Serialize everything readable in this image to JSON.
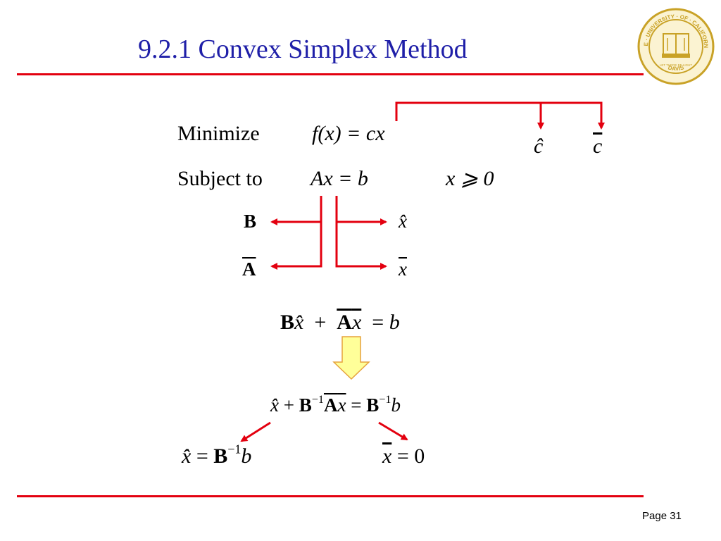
{
  "slide": {
    "title": "9.2.1 Convex Simplex Method"
  },
  "logo": {
    "text_top": "THE · UNIVERSITY · OF · CALIFORNIA",
    "text_bottom": "DAVIS",
    "motto": "LET THERE BE LIGHT",
    "color": "#c9a227"
  },
  "equations": {
    "minimize_label": "Minimize",
    "objective": "f(x) = cx",
    "c_hat": "ĉ",
    "c_bar": "c",
    "subject_label": "Subject to",
    "constraint": "Ax = b",
    "nonneg": "x ⩾ 0",
    "B": "B",
    "A_bar": "A",
    "x_hat": "x̂",
    "x_bar": "x",
    "split": "Bx̂ + Ax = b",
    "transformed": "x̂ + B⁻¹Ax = B⁻¹b",
    "result_left": "x̂ = B⁻¹b",
    "result_right": "x = 0"
  },
  "colors": {
    "title": "#1f1fa8",
    "rule": "#e3000f",
    "arrow": "#e3000f",
    "down_arrow_fill": "#ffff99",
    "down_arrow_stroke": "#e6a23c"
  },
  "footer": {
    "page": "Page 31"
  }
}
